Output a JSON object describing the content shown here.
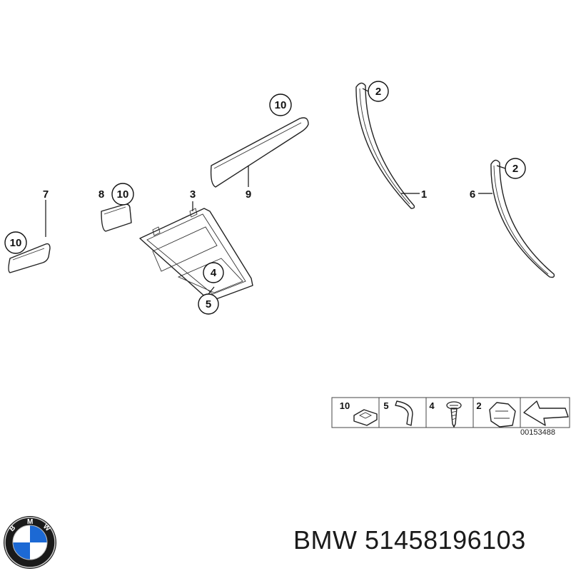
{
  "callouts": {
    "c1": "1",
    "c2a": "2",
    "c2b": "2",
    "c3": "3",
    "c4": "4",
    "c5": "5",
    "c6": "6",
    "c7": "7",
    "c8": "8",
    "c9": "9",
    "c10a": "10",
    "c10b": "10",
    "c10c": "10"
  },
  "legend": {
    "items": [
      {
        "number": "10",
        "icon": "clip-nut-icon"
      },
      {
        "number": "5",
        "icon": "spring-clip-icon"
      },
      {
        "number": "4",
        "icon": "screw-icon"
      },
      {
        "number": "2",
        "icon": "clamp-clip-icon"
      }
    ],
    "arrow_icon": "direction-arrow-icon"
  },
  "diagram_id": "00153488",
  "logo": {
    "name": "bmw-logo",
    "letters": "BMW",
    "colors": {
      "blue": "#1c69d4",
      "white": "#ffffff",
      "ring": "#1a1a1a"
    }
  },
  "caption": "BMW 51458196103"
}
